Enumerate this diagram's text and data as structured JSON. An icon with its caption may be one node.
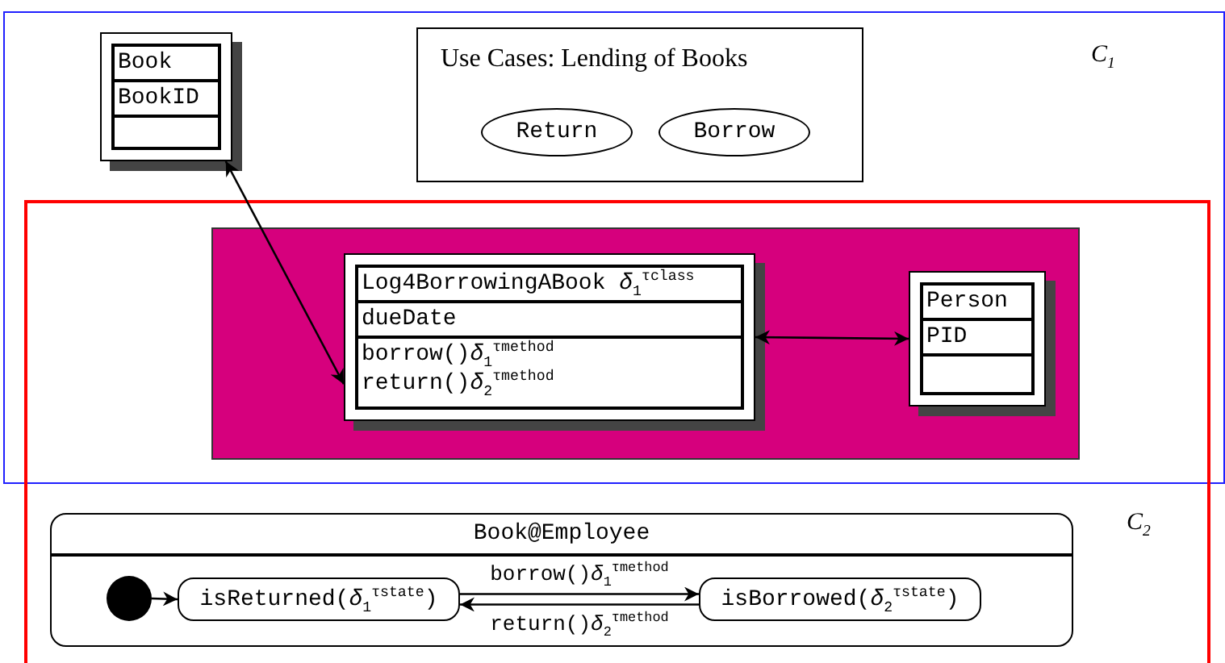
{
  "diagram": {
    "nodes": [
      {
        "text": [
          "C$_{1}$"
        ]
      },
      {
        "text": [
          "Book",
          "BookID"
        ],
        "in": 0
      },
      {
        "text": [
          "Use Cases: Lending of Books"
        ],
        "in": 0
      },
      {
        "text": [
          "Return"
        ],
        "in": 2
      },
      {
        "text": [
          "Borrow"
        ],
        "in": 2
      },
      {
        "text": [
          "C$_{2}$"
        ]
      },
      {
        "text": [],
        "shape": "box"
      },
      {
        "text": [
          "Log4BorrowingABook *δ*$_{1}$$^{τclass}$",
          "dueDate",
          "borrow()*δ*$_{1}$$^{τmethod}$",
          "return()*δ*$_{2}$$^{τmethod}$"
        ],
        "in": 6
      },
      {
        "text": [
          "Person",
          "PID"
        ],
        "in": 6
      },
      {
        "text": [
          "Book@Employee"
        ],
        "in": 5
      },
      {
        "text": [],
        "shape": "circle",
        "in": 9
      },
      {
        "text": [
          "isReturned(*δ*$_{1}$$^{τstate}$)"
        ],
        "in": 9
      },
      {
        "text": [
          "isBorrowed(*δ*$_{2}$$^{τstate}$)"
        ],
        "in": 9
      }
    ],
    "edges": [
      {
        "from": 1,
        "to": 7,
        "arrow": "both"
      },
      {
        "from": 7,
        "to": 8,
        "arrow": "both"
      },
      {
        "from": 10,
        "to": 11,
        "arrow": "to"
      },
      {
        "from": 11,
        "to": 12,
        "arrow": "to",
        "label": "borrow()*δ*$_{1}$$^{τmethod}$"
      },
      {
        "from": 12,
        "to": 11,
        "arrow": "to",
        "label": "return()*δ*$_{2}$$^{τmethod}$"
      }
    ]
  }
}
